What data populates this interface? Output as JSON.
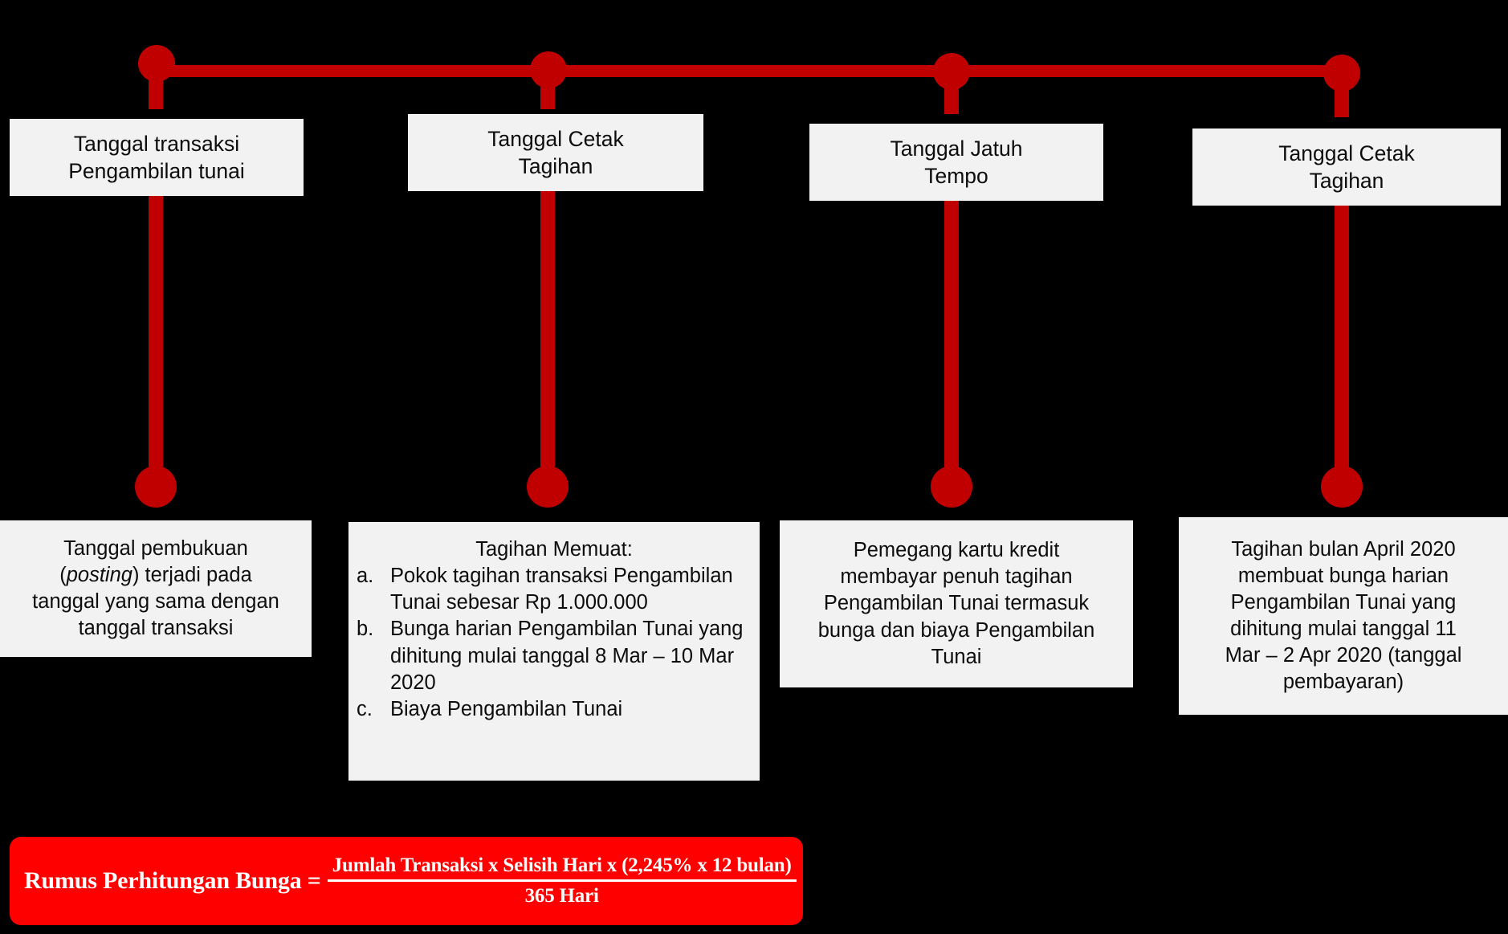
{
  "diagram": {
    "accent_color": "#C00000",
    "banner_color": "#FF0000",
    "box_color": "#F2F2F2",
    "background_color": "#000000",
    "milestones": [
      {
        "title_line1": "Tanggal transaksi",
        "title_line2": "Pengambilan tunai"
      },
      {
        "title_line1": "Tanggal Cetak",
        "title_line2": "Tagihan"
      },
      {
        "title_line1": "Tanggal Jatuh",
        "title_line2": "Tempo"
      },
      {
        "title_line1": "Tanggal Cetak",
        "title_line2": "Tagihan"
      }
    ],
    "details": [
      {
        "lines": [
          "Tanggal pembukuan",
          "(posting) terjadi pada",
          "tanggal yang sama dengan",
          "tanggal transaksi"
        ],
        "italic_word": "posting"
      },
      {
        "heading": "Tagihan Memuat:",
        "items": [
          {
            "marker": "a.",
            "text": "Pokok tagihan transaksi Pengambilan Tunai sebesar Rp 1.000.000"
          },
          {
            "marker": "b.",
            "text": "Bunga harian Pengambilan Tunai yang dihitung mulai tanggal 8 Mar – 10 Mar 2020"
          },
          {
            "marker": "c.",
            "text": "Biaya Pengambilan Tunai"
          }
        ]
      },
      {
        "lines": [
          "Pemegang kartu kredit",
          "membayar penuh tagihan",
          "Pengambilan Tunai termasuk",
          "bunga dan biaya Pengambilan",
          "Tunai"
        ]
      },
      {
        "lines": [
          "Tagihan bulan April 2020",
          "membuat bunga harian",
          "Pengambilan Tunai yang",
          "dihitung mulai tanggal 11",
          "Mar – 2 Apr 2020 (tanggal",
          "pembayaran)"
        ]
      }
    ]
  },
  "formula": {
    "label": "Rumus Perhitungan Bunga =",
    "numerator": "Jumlah Transaksi x Selisih Hari x (2,245% x 12 bulan)",
    "denominator": "365 Hari"
  }
}
